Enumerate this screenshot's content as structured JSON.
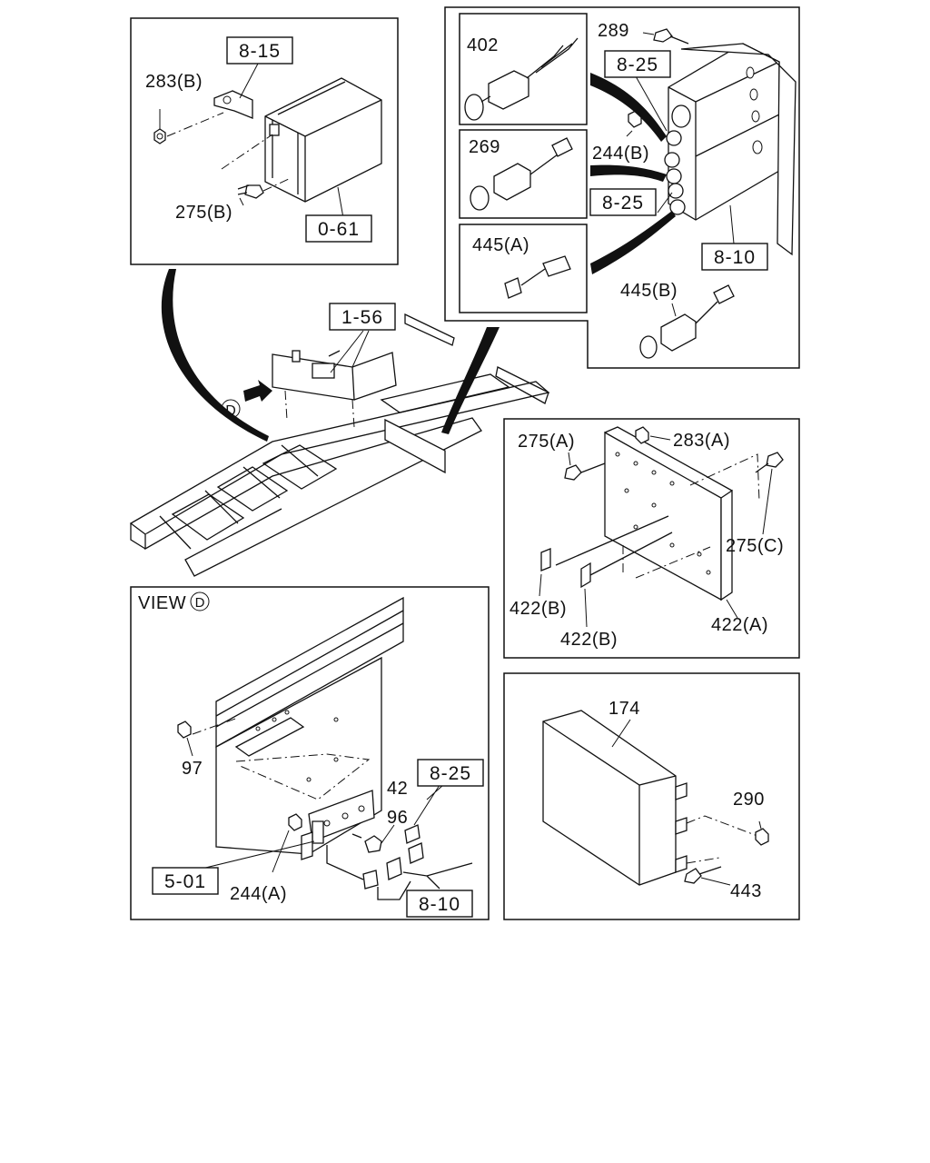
{
  "diagram": {
    "view_label": "VIEW",
    "view_marker": "D",
    "ref_boxes": {
      "r_8_15": "8-15",
      "r_0_61": "0-61",
      "r_8_25_top": "8-25",
      "r_8_25_mid": "8-25",
      "r_8_10_right": "8-10",
      "r_1_56": "1-56",
      "r_8_25_view": "8-25",
      "r_5_01": "5-01",
      "r_8_10_view": "8-10"
    },
    "labels": {
      "p283b": "283(B)",
      "p275b": "275(B)",
      "p402": "402",
      "p269": "269",
      "p445a": "445(A)",
      "p289": "289",
      "p244b": "244(B)",
      "p445b": "445(B)",
      "p275a": "275(A)",
      "p283a": "283(A)",
      "p275c": "275(C)",
      "p422b_1": "422(B)",
      "p422b_2": "422(B)",
      "p422a": "422(A)",
      "p97": "97",
      "p42": "42",
      "p96": "96",
      "p244a": "244(A)",
      "p174": "174",
      "p290": "290",
      "p443": "443"
    }
  }
}
